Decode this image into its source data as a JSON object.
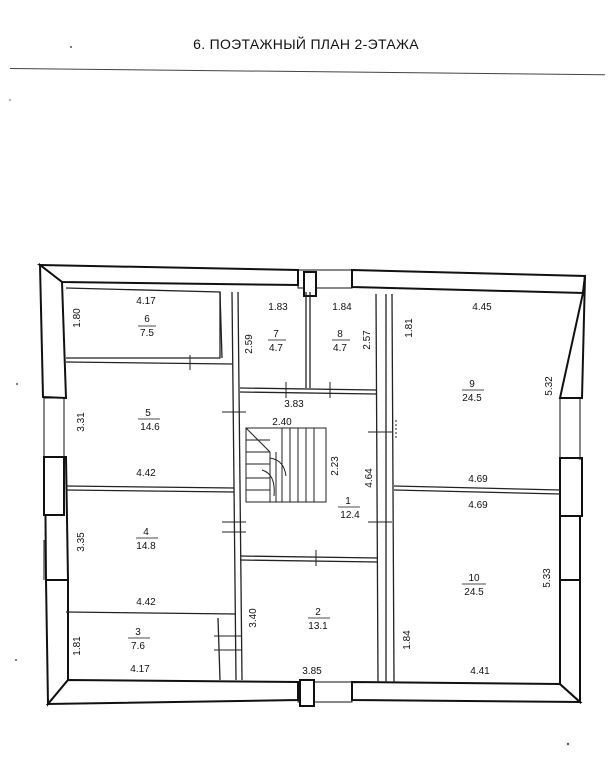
{
  "title": "6. ПОЭТАЖНЫЙ   ПЛАН 2-ЭТАЖА",
  "rooms": [
    {
      "id": "1",
      "number": "1",
      "area": "12.4"
    },
    {
      "id": "2",
      "number": "2",
      "area": "13.1"
    },
    {
      "id": "3",
      "number": "3",
      "area": "7.6"
    },
    {
      "id": "4",
      "number": "4",
      "area": "14.8"
    },
    {
      "id": "5",
      "number": "5",
      "area": "14.6"
    },
    {
      "id": "6",
      "number": "6",
      "area": "7.5"
    },
    {
      "id": "7",
      "number": "7",
      "area": "4.7"
    },
    {
      "id": "8",
      "number": "8",
      "area": "4.7"
    },
    {
      "id": "9",
      "number": "9",
      "area": "24.5"
    },
    {
      "id": "10",
      "number": "10",
      "area": "24.5"
    }
  ],
  "dimensions": {
    "r6_w": "4.17",
    "r6_h": "1.80",
    "r7_w": "1.83",
    "r7_h": "2.59",
    "r8_w": "1.84",
    "r8_h": "2.57",
    "r9_w": "4.45",
    "r9_h_left": "1.81",
    "r9_h_right": "5.32",
    "r9_bottom": "4.69",
    "r5_h": "3.31",
    "r5_w": "4.42",
    "r4_h": "3.35",
    "r4_w": "4.42",
    "r3_h": "1.81",
    "r3_w": "4.17",
    "corr_w": "3.83",
    "stair_w": "2.40",
    "stair_h": "2.23",
    "corr_h": "4.64",
    "r10_w_top": "4.69",
    "r10_h_right": "5.33",
    "r10_h_left": "1.84",
    "r10_w": "4.41",
    "r2_h": "3.40",
    "r2_w": "3.85"
  }
}
